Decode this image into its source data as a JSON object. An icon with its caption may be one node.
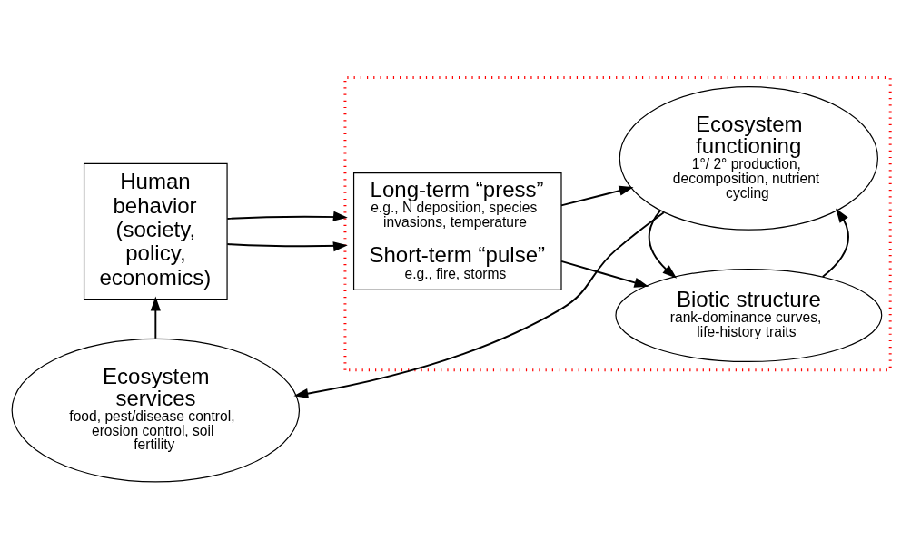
{
  "diagram": {
    "nodes": [
      {
        "text": [
          "Human behavior (society, policy, economics)"
        ]
      },
      {
        "text": [],
        "shape": "box"
      },
      {
        "text": [
          "Long-term “press”",
          "e.g., N deposition, species invasions, temperature",
          "Short-term “pulse”",
          "e.g., fire, storms"
        ],
        "in": 1
      },
      {
        "text": [
          "Biotic structure",
          "rank-dominance curves, life-history traits"
        ],
        "in": 1
      },
      {
        "text": [
          "Ecosystem functioning",
          "1°/ 2° production, decomposition, nutrient cycling"
        ],
        "in": 1
      },
      {
        "text": [
          "Ecosystem services",
          "food, pest/disease control, erosion control, soil fertility"
        ]
      }
    ],
    "edges": [
      {
        "from": 0,
        "to": 1,
        "arrow": "to"
      },
      {
        "from": 0,
        "to": 1,
        "arrow": "to"
      },
      {
        "from": 2,
        "to": 3,
        "arrow": "to"
      },
      {
        "from": 2,
        "to": 4,
        "arrow": "to"
      },
      {
        "from": 3,
        "to": 4,
        "arrow": "to"
      },
      {
        "from": 4,
        "to": 3,
        "arrow": "to"
      },
      {
        "from": 4,
        "to": 5,
        "arrow": "to"
      },
      {
        "from": 5,
        "to": 0,
        "arrow": "to"
      }
    ]
  }
}
